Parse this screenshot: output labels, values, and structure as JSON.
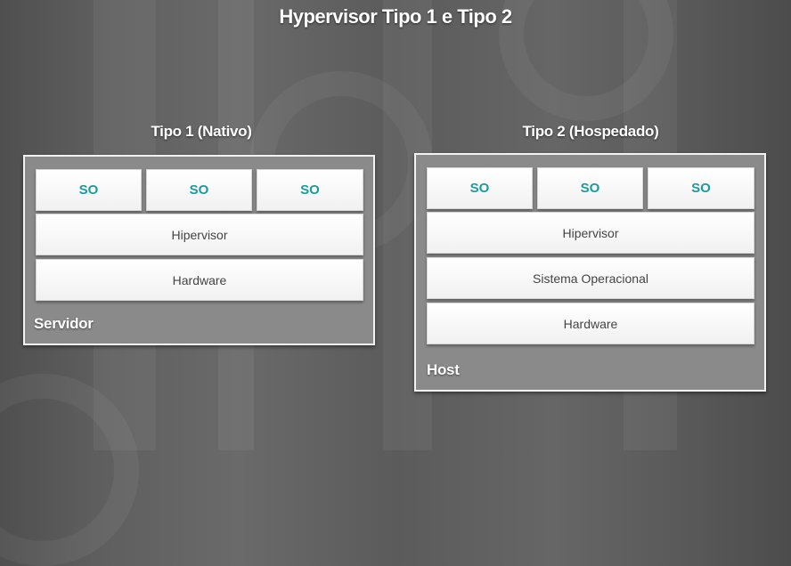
{
  "title": "Hypervisor Tipo 1 e Tipo 2",
  "tipo1": {
    "label": "Tipo 1 (Nativo)",
    "os_boxes": [
      "SO",
      "SO",
      "SO"
    ],
    "hypervisor": "Hipervisor",
    "hardware": "Hardware",
    "frame_label": "Servidor"
  },
  "tipo2": {
    "label": "Tipo 2 (Hospedado)",
    "os_boxes": [
      "SO",
      "SO",
      "SO"
    ],
    "hypervisor": "Hipervisor",
    "host_os": "Sistema Operacional",
    "hardware": "Hardware",
    "frame_label": "Host"
  },
  "colors": {
    "so_text": "#1a9ba0",
    "frame_fill": "#8a8a8a",
    "frame_border": "#f2f2f2"
  }
}
